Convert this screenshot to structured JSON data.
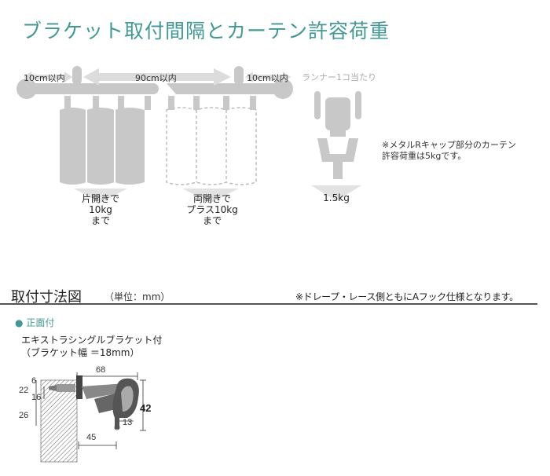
{
  "title": "ブラケット取付間隔とカーテン許容荷重",
  "top_diagram": {
    "end_gap_left": "10cm以内",
    "middle_gap": "90cm以内",
    "end_gap_right": "10cm以内",
    "runner_label": "ランナー1コ当たり",
    "one_side": [
      "片開きで",
      "10kg",
      "まで"
    ],
    "two_side": [
      "両開きで",
      "プラス10kg",
      "まで"
    ],
    "runner_load": "1.5kg",
    "cap_note": [
      "※メタルRキャップ部分のカーテン",
      "許容荷重は5kgです。"
    ]
  },
  "section": {
    "title": "取付寸法図",
    "unit": "（単位：mm）",
    "note": "※ドレープ・レース側ともにAフック仕様となります。",
    "mount_type": "正面付",
    "bracket_name_1": "エキストラシングルブラケット付",
    "bracket_name_2": "（ブラケット幅 ＝18mm）"
  },
  "dimensions": {
    "d68": "68",
    "d6": "6",
    "d22": "22",
    "d16": "16",
    "d26": "26",
    "d42": "42",
    "d13": "13",
    "d45": "45"
  },
  "colors": {
    "accent": "#3f9a95",
    "gray_fill": "#c8c8c8",
    "arrow_fill": "#dcdcdc"
  }
}
